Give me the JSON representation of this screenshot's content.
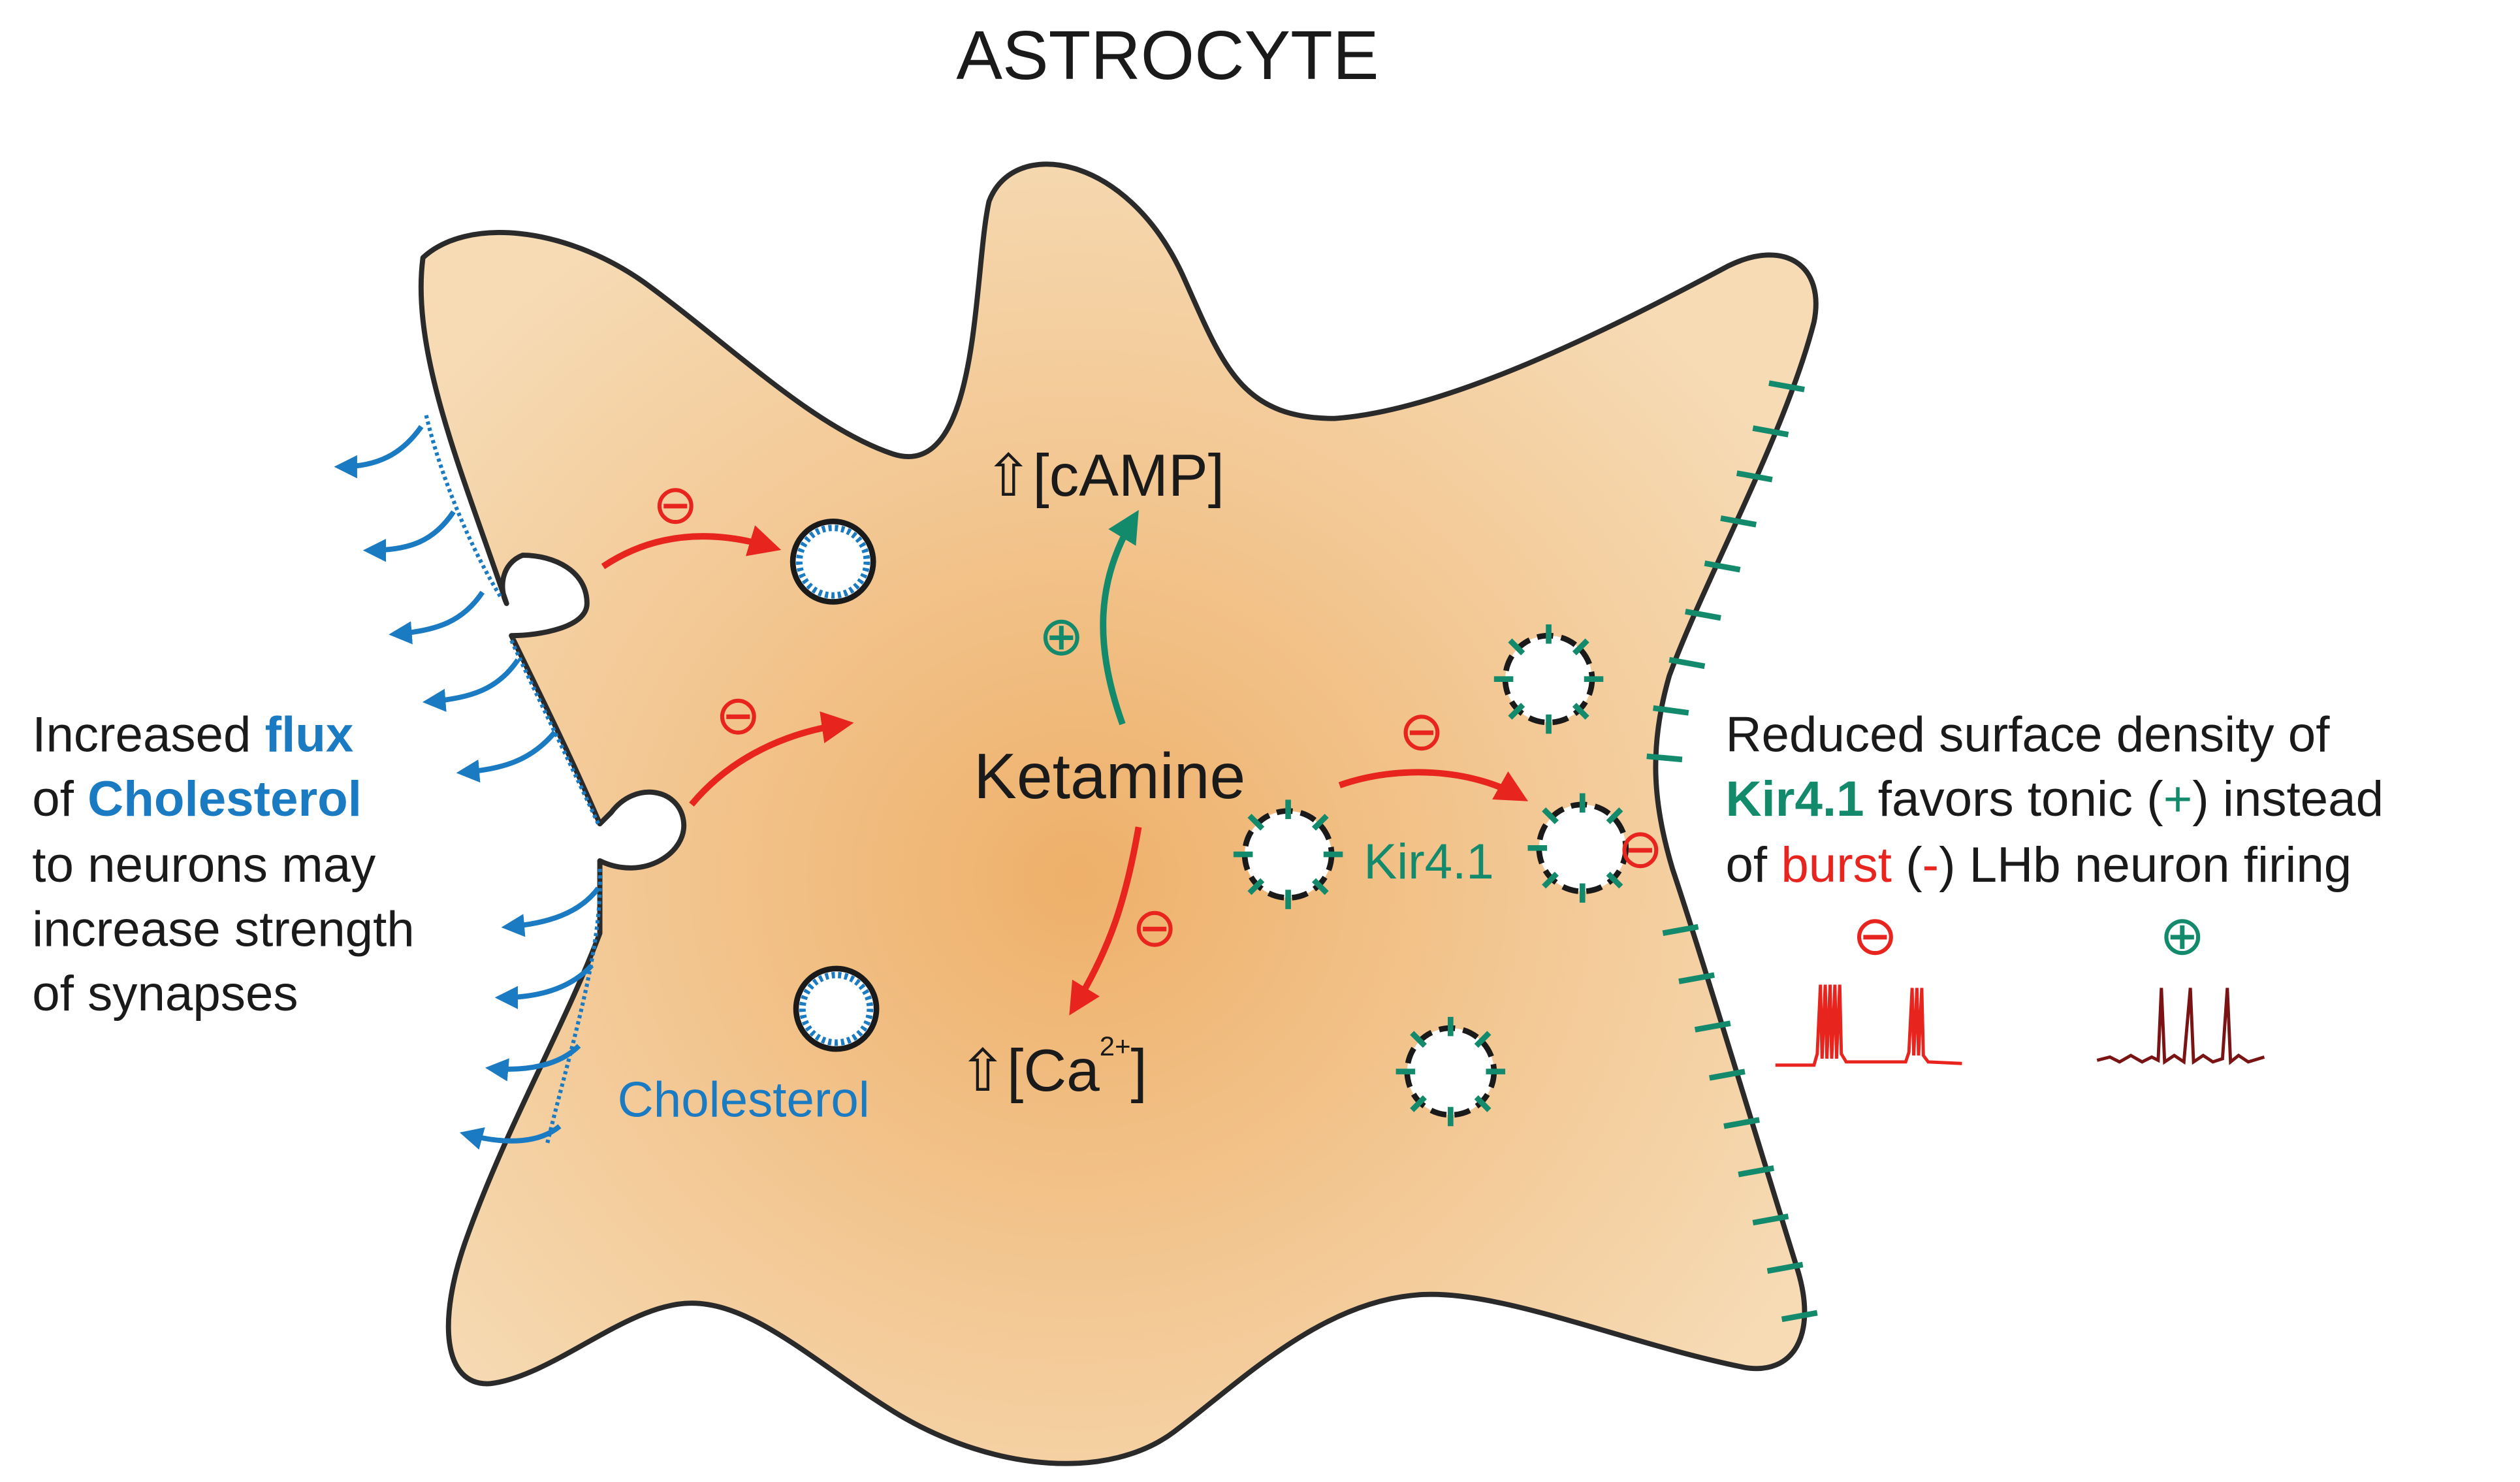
{
  "title": "ASTROCYTE",
  "center": {
    "drug": "Ketamine",
    "camp": {
      "arrow": "⇧",
      "text": "[cAMP]"
    },
    "calcium": {
      "arrow": "⇧",
      "open": "[Ca",
      "sup": "2+",
      "close": "]"
    }
  },
  "signs": {
    "minus": "⊖",
    "plus": "⊕",
    "plus_paren": "+",
    "minus_paren": "-"
  },
  "labels": {
    "kir": "Kir4.1",
    "cholesterol": "Cholesterol"
  },
  "left_text": {
    "l1a": "Increased ",
    "l1b": "flux",
    "l2a": "of ",
    "l2b": "Cholesterol",
    "l3": "to neurons may",
    "l4": "increase strength",
    "l5": "of synapses"
  },
  "right_text": {
    "l1": "Reduced surface density of",
    "l2a": "Kir4.1",
    "l2b": " favors tonic (",
    "l2c": "+",
    "l2d": ") instead",
    "l3a": "of ",
    "l3b": "burst",
    "l3c": " (",
    "l3d": "-",
    "l3e": ") LHb neuron firing"
  },
  "colors": {
    "cell_fill_center": "#f0b870",
    "cell_fill_edge": "#f5dcb4",
    "outline": "#2a2a2a",
    "inhibit_red": "#e8241f",
    "activate_green": "#138a6b",
    "cholesterol_blue": "#1a7ac2",
    "kir_teal": "#138a6b",
    "tonic_dark_red": "#7a1414",
    "text": "#1a1a1a"
  }
}
